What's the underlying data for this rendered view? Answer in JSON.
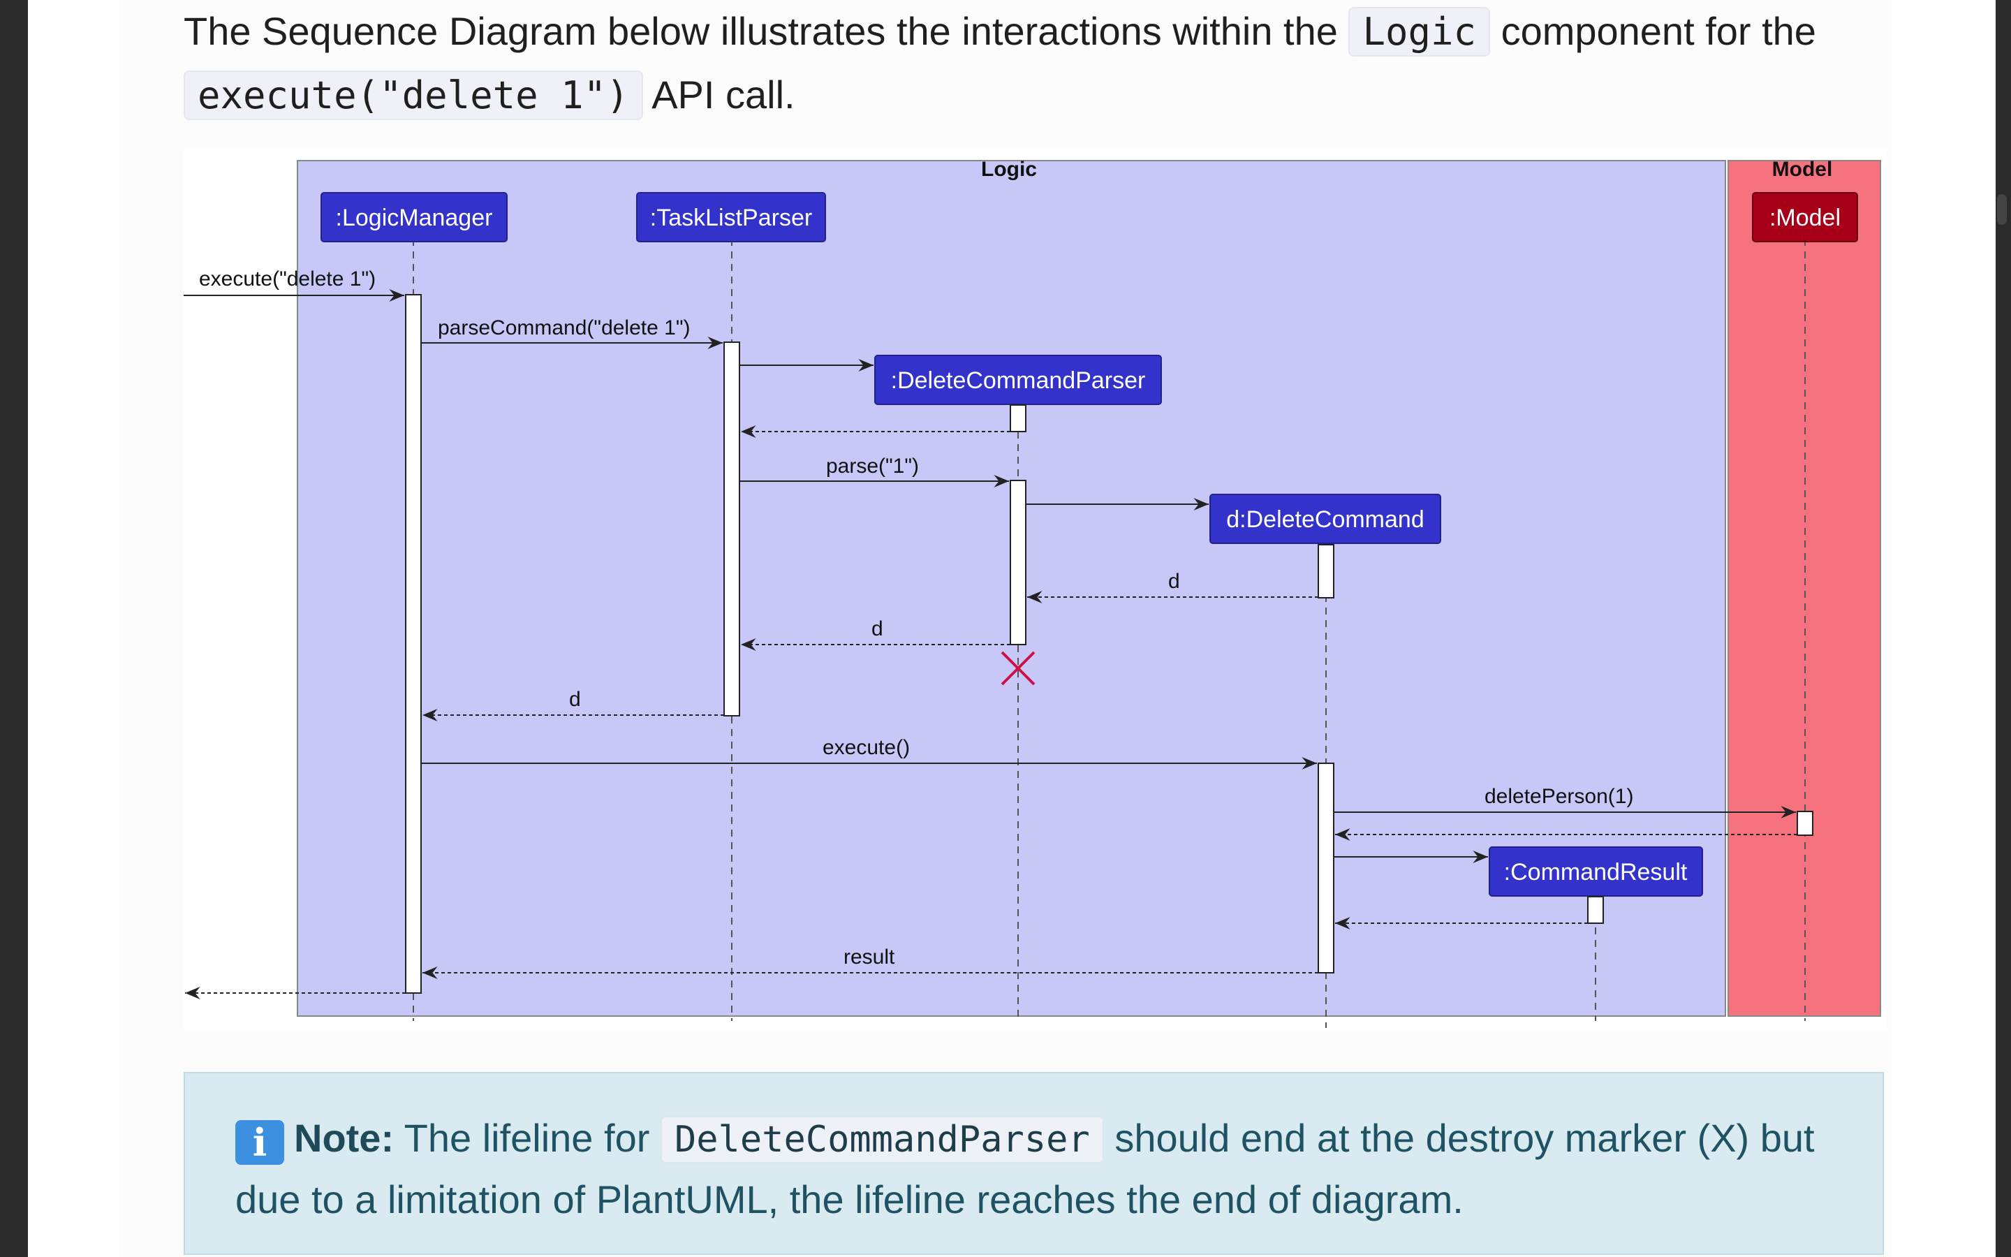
{
  "intro": {
    "part1": "The Sequence Diagram below illustrates the interactions within the",
    "code1": "Logic",
    "part2": "component for the",
    "code2": "execute(\"delete 1\")",
    "part3": "API call."
  },
  "diagram": {
    "boxes": {
      "logic": "Logic",
      "model": "Model"
    },
    "participants": {
      "logic_manager": ":LogicManager",
      "task_list_parser": ":TaskListParser",
      "delete_command_parser": ":DeleteCommandParser",
      "delete_command": "d:DeleteCommand",
      "command_result": ":CommandResult",
      "model": ":Model"
    },
    "messages": {
      "execute_call": "execute(\"delete 1\")",
      "parse_command": "parseCommand(\"delete 1\")",
      "parse": "parse(\"1\")",
      "return_d_1": "d",
      "return_d_2": "d",
      "return_d_3": "d",
      "execute": "execute()",
      "delete_person": "deletePerson(1)",
      "result": "result"
    },
    "colors": {
      "logic_box": "#c8c8f8",
      "model_box": "#f7727f",
      "participant": "#3333cc",
      "model_participant": "#a80018",
      "destroy": "#cc1144"
    }
  },
  "note": {
    "icon": "info-icon",
    "label": "Note:",
    "part1": "The lifeline for",
    "code": "DeleteCommandParser",
    "part2": "should end at the destroy marker (X) but due to a limitation of PlantUML, the lifeline reaches the end of diagram."
  }
}
